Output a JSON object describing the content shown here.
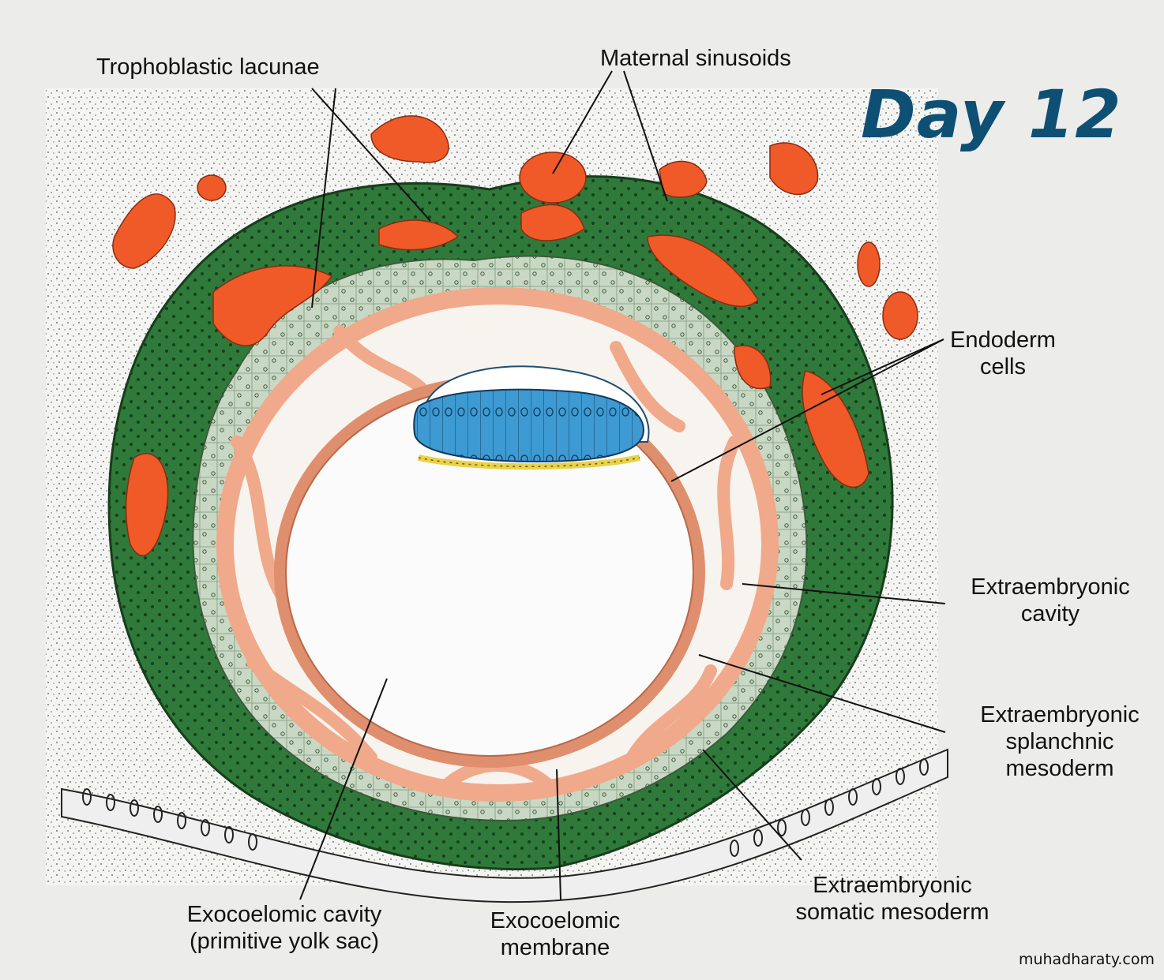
{
  "title": "Day 12",
  "watermark": "muhadharaty.com",
  "labels": {
    "trophoblastic_lacunae": "Trophoblastic lacunae",
    "maternal_sinusoids": "Maternal sinusoids",
    "endoderm_cells": [
      "Endoderm",
      "cells"
    ],
    "extraembryonic_cavity": [
      "Extraembryonic",
      "cavity"
    ],
    "extraembryonic_splanchnic_mesoderm": [
      "Extraembryonic",
      "splanchnic",
      "mesoderm"
    ],
    "extraembryonic_somatic_mesoderm": [
      "Extraembryonic",
      "somatic mesoderm"
    ],
    "exocoelomic_membrane": [
      "Exocoelomic",
      "membrane"
    ],
    "exocoelomic_cavity": [
      "Exocoelomic cavity",
      "(primitive yolk sac)"
    ]
  },
  "colors": {
    "syncytiotrophoblast": "#2f7a3a",
    "cytotrophoblast": "#c9d8c4",
    "mesoderm": "#f0a98a",
    "epiblast": "#3d9ad2",
    "hypoblast": "#e8d24a",
    "lacunae": "#f05a28",
    "title": "#0e4f74"
  }
}
